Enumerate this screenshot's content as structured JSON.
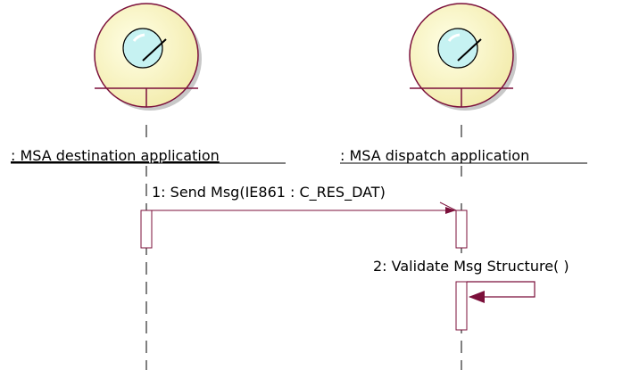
{
  "participants": [
    {
      "name": ": MSA destination application",
      "icon": "control-object-icon"
    },
    {
      "name": ": MSA dispatch application",
      "icon": "control-object-icon"
    }
  ],
  "messages": [
    {
      "number": "1",
      "label": "1: Send Msg(IE861 : C_RES_DAT)",
      "from": "MSA destination application",
      "to": "MSA dispatch application",
      "kind": "synchronous"
    },
    {
      "number": "2",
      "label": "2: Validate Msg Structure( )",
      "from": "MSA dispatch application",
      "to": "MSA dispatch application",
      "kind": "self-call"
    }
  ],
  "colors": {
    "stroke": "#7b0f3a",
    "icon_fill": "#ffffcc",
    "lens_fill": "#c6f2f2",
    "activation_fill": "#ffffff",
    "lifeline": "#000000"
  }
}
